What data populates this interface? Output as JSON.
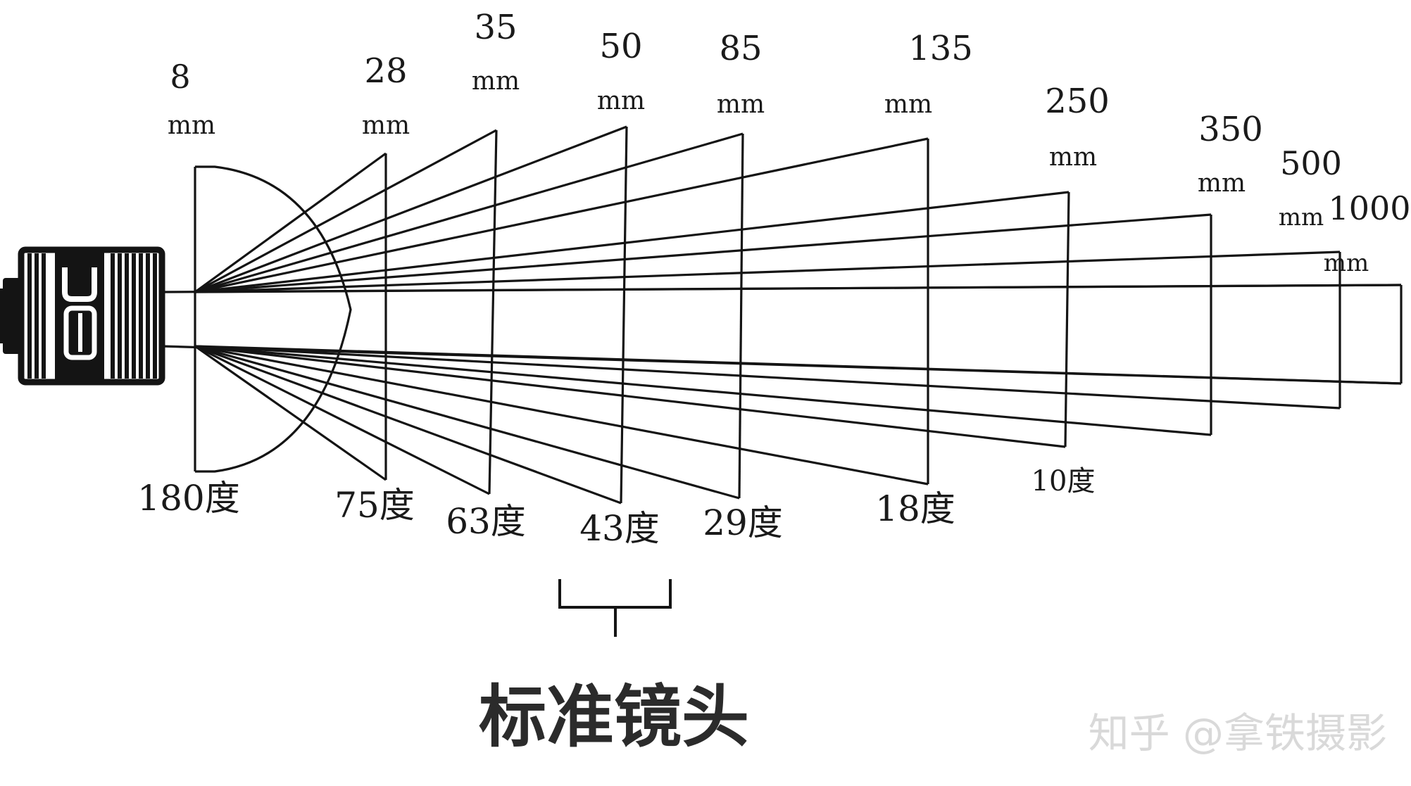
{
  "lenses": [
    {
      "id": "8",
      "focal": "8",
      "unit": "mm",
      "angle": "180度"
    },
    {
      "id": "28",
      "focal": "28",
      "unit": "mm",
      "angle": "75度"
    },
    {
      "id": "35",
      "focal": "35",
      "unit": "mm",
      "angle": "63度"
    },
    {
      "id": "50",
      "focal": "50",
      "unit": "mm",
      "angle": "43度"
    },
    {
      "id": "85",
      "focal": "85",
      "unit": "mm",
      "angle": "29度"
    },
    {
      "id": "135",
      "focal": "135",
      "unit": "mm",
      "angle": "18度"
    },
    {
      "id": "250",
      "focal": "250",
      "unit": "mm",
      "angle": "10度"
    },
    {
      "id": "350",
      "focal": "350",
      "unit": "mm",
      "angle": ""
    },
    {
      "id": "500",
      "focal": "500",
      "unit": "mm",
      "angle": ""
    },
    {
      "id": "1000",
      "focal": "1000",
      "unit": "mm",
      "angle": ""
    }
  ],
  "caption": "标准镜头",
  "watermark": "知乎 @拿铁摄影",
  "colors": {
    "line": "#141414",
    "text": "#1a1a1a",
    "caption": "#2b2b2b",
    "watermark": "#d9d9d9"
  },
  "icons": {
    "camera": "camera-lens-icon"
  }
}
